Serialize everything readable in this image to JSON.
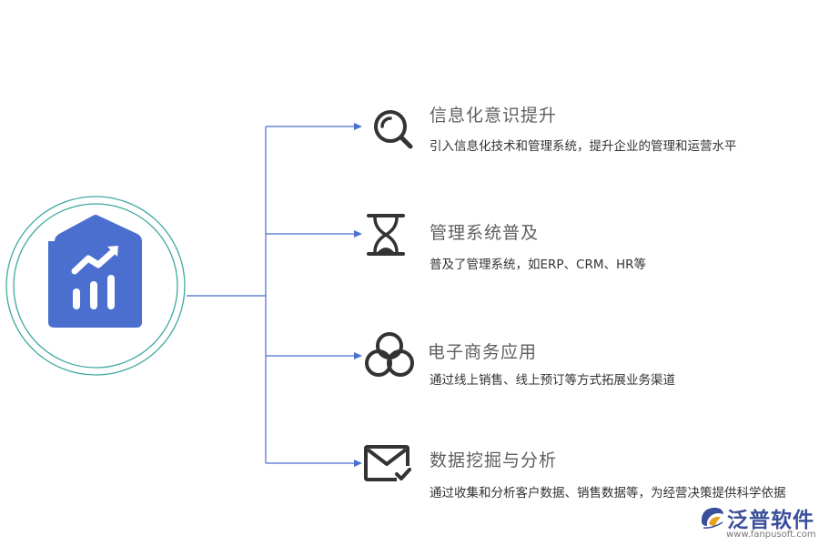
{
  "items": [
    {
      "title": "信息化意识提升",
      "desc": "引入信息化技术和管理系统，提升企业的管理和运营水平",
      "icon": "search-icon"
    },
    {
      "title": "管理系统普及",
      "desc": "普及了管理系统，如ERP、CRM、HR等",
      "icon": "hourglass-icon"
    },
    {
      "title": "电子商务应用",
      "desc": "通过线上销售、线上预订等方式拓展业务渠道",
      "icon": "three-circles-icon"
    },
    {
      "title": "数据挖掘与分析",
      "desc": "通过收集和分析客户数据、销售数据等，为经营决策提供科学依据",
      "icon": "mail-check-icon"
    }
  ],
  "hub": {
    "icon": "house-chart-icon",
    "color": "#4a6fcf",
    "ring_color": "#3fa9a0"
  },
  "connector_color": "#4a6fcf",
  "brand": {
    "name": "泛普软件",
    "url": "www.fanpusoft.com"
  }
}
